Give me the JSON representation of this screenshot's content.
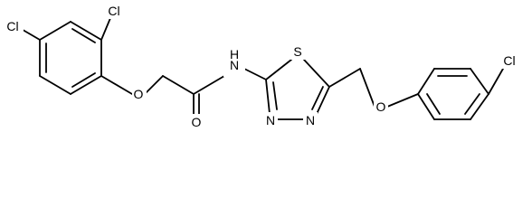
{
  "molecule": {
    "atoms": {
      "cl_top": "Cl",
      "cl_left": "Cl",
      "o_ether_left": "O",
      "o_carbonyl": "O",
      "nh": "N",
      "h": "H",
      "s_ring": "S",
      "n_ring_left": "N",
      "n_ring_right": "N",
      "o_ether_right": "O",
      "cl_right": "Cl"
    },
    "colors": {
      "bond": "#000000",
      "label": "#000000",
      "background": "#ffffff"
    }
  }
}
